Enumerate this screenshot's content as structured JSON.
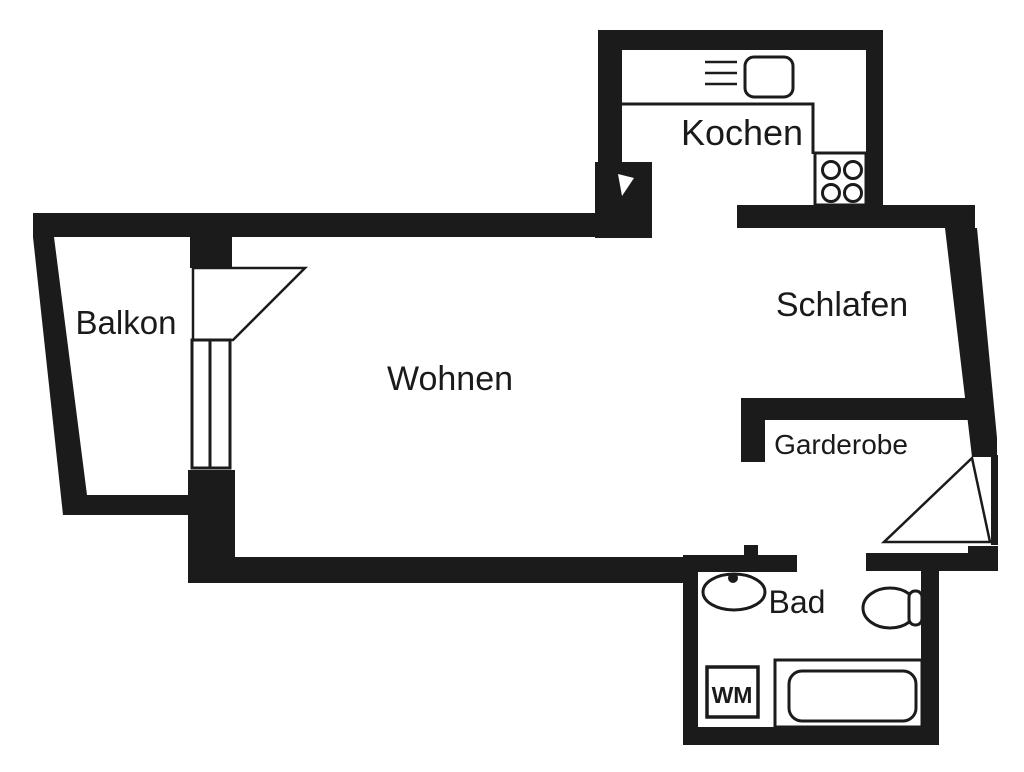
{
  "floorplan": {
    "rooms": {
      "kitchen": {
        "label": "Kochen"
      },
      "bedroom": {
        "label": "Schlafen"
      },
      "living": {
        "label": "Wohnen"
      },
      "balcony": {
        "label": "Balkon"
      },
      "wardrobe": {
        "label": "Garderobe"
      },
      "bathroom": {
        "label": "Bad"
      }
    },
    "appliances": {
      "washing_machine": {
        "label": "WM"
      }
    },
    "colors": {
      "wall": "#1b1b1b",
      "background": "#ffffff"
    }
  }
}
